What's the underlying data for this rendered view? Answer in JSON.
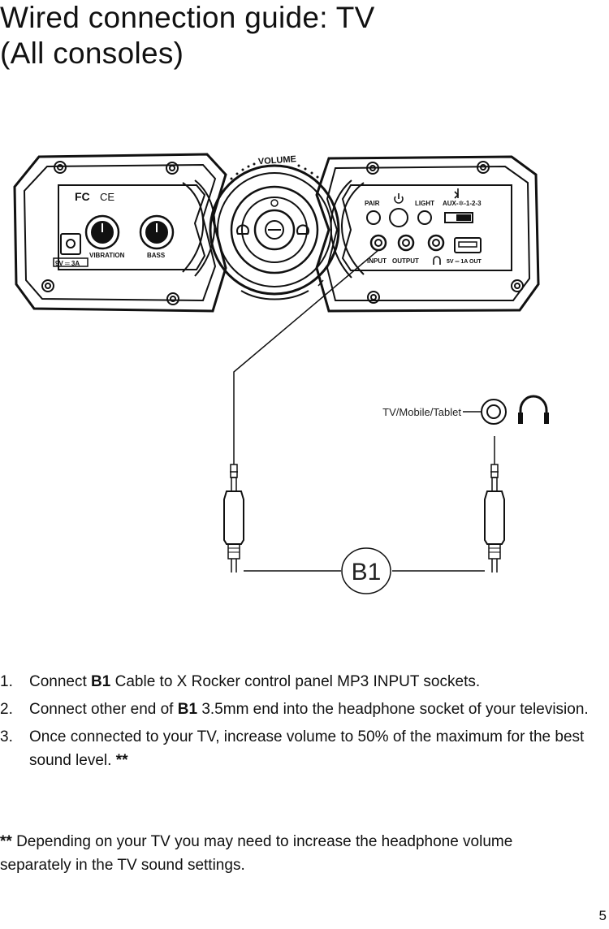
{
  "title": {
    "line1": "Wired connection guide: TV",
    "line2": "(All consoles)"
  },
  "panel_labels": {
    "volume": "VOLUME",
    "fcc": "FC",
    "ce": "CE",
    "power_in": "9V ═ 3A",
    "vibration": "VIBRATION",
    "bass": "BASS",
    "pair": "PAIR",
    "light": "LIGHT",
    "aux_mode": "AUX-✲-1-2-3",
    "input": "INPUT",
    "output": "OUTPUT",
    "usb_out": "5V ═ 1A  OUT"
  },
  "device_label": "TV/Mobile/Tablet",
  "cable_label": "B1",
  "steps": [
    {
      "num": "1.",
      "pre": "Connect ",
      "bold": "B1",
      "post": " Cable to X Rocker control panel MP3 INPUT sockets."
    },
    {
      "num": "2.",
      "pre": "Connect other end of ",
      "bold": "B1",
      "post": " 3.5mm end into the headphone socket of your television."
    },
    {
      "num": "3.",
      "pre": "Once connected to your TV, increase volume to 50% of the maximum for the best sound level. ",
      "bold": "**",
      "post": ""
    }
  ],
  "note": {
    "bold": "**",
    "text": " Depending on your TV you may need to increase the headphone volume separately in the TV sound settings."
  },
  "page_number": "5"
}
